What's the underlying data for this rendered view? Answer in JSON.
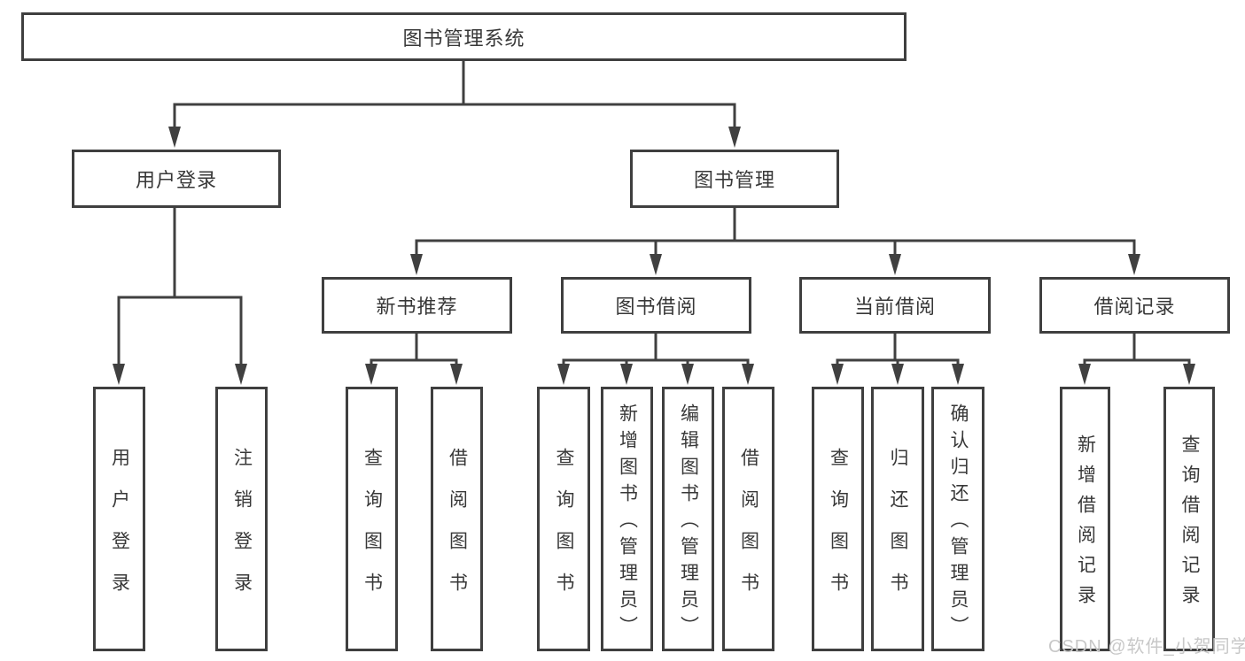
{
  "diagram": {
    "root": {
      "label": "图书管理系统"
    },
    "user_login": {
      "label": "用户登录",
      "children": [
        {
          "label": "用户登录"
        },
        {
          "label": "注销登录"
        }
      ]
    },
    "book_mgmt": {
      "label": "图书管理",
      "children": [
        {
          "label": "新书推荐",
          "children": [
            {
              "label": "查询图书"
            },
            {
              "label": "借阅图书"
            }
          ]
        },
        {
          "label": "图书借阅",
          "children": [
            {
              "label": "查询图书"
            },
            {
              "label": "新增图书（管理员）"
            },
            {
              "label": "编辑图书（管理员）"
            },
            {
              "label": "借阅图书"
            }
          ]
        },
        {
          "label": "当前借阅",
          "children": [
            {
              "label": "查询图书"
            },
            {
              "label": "归还图书"
            },
            {
              "label": "确认归还（管理员）"
            }
          ]
        },
        {
          "label": "借阅记录",
          "children": [
            {
              "label": "新增借阅记录"
            },
            {
              "label": "查询借阅记录"
            }
          ]
        }
      ]
    }
  },
  "watermark": {
    "text": "CSDN @软件_小贺同学",
    "color": "#c8c8c8"
  },
  "colors": {
    "line": "#404040",
    "border": "#3f3f3f",
    "text": "#383838",
    "background": "#ffffff"
  }
}
